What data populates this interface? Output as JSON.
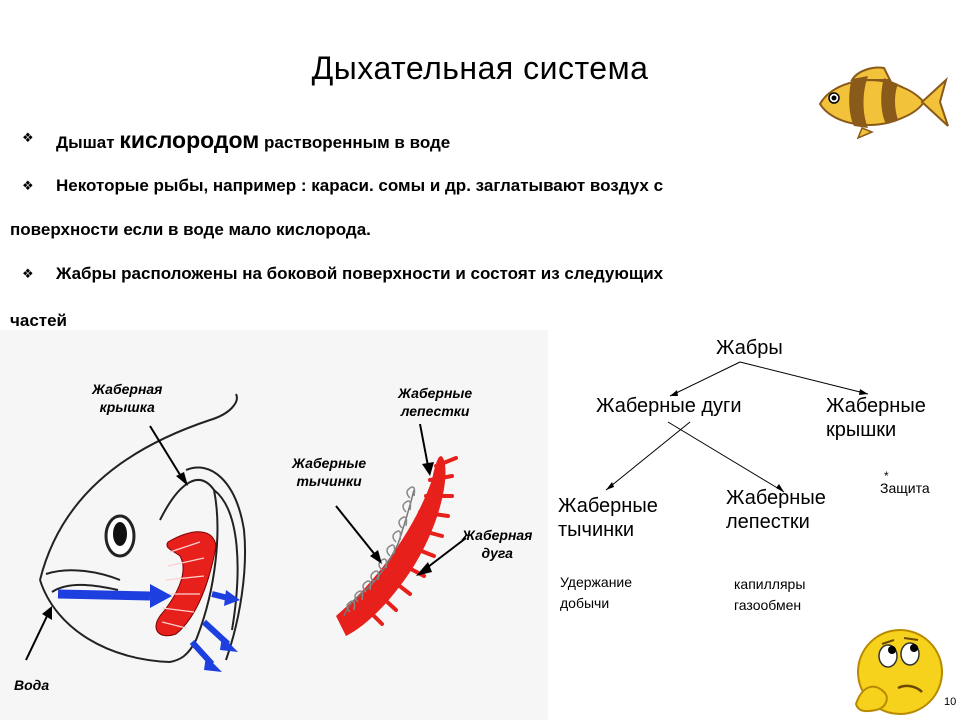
{
  "title": "Дыхательная система",
  "bullets": {
    "b1_pre": "Дышат ",
    "b1_big": "кислородом",
    "b1_post": " растворенным в воде",
    "b2_line1": "Некоторые рыбы, например : караси. сомы и др. заглатывают воздух с",
    "b2_line2": "поверхности если в воде  мало  кислорода.",
    "b3_line1": "Жабры расположены на боковой поверхности и состоят из следующих",
    "b3_line2": "частей"
  },
  "figure_labels": {
    "gill_cover": [
      "Жаберная",
      "крышка"
    ],
    "water": "Вода",
    "gill_rakers": [
      "Жаберные",
      "тычинки"
    ],
    "gill_filaments": [
      "Жаберные",
      "лепестки"
    ],
    "gill_arch": [
      "Жаберная",
      "дуга"
    ]
  },
  "tree": {
    "root": "Жабры",
    "arches": "Жаберные дуги",
    "covers": [
      "Жаберные",
      "крышки"
    ],
    "covers_note": "Защита",
    "rakers": [
      "Жаберные",
      "тычинки"
    ],
    "rakers_note": [
      "Удержание",
      "добычи"
    ],
    "filaments": [
      "Жаберные",
      "лепестки"
    ],
    "filaments_note": [
      "капилляры",
      "газообмен"
    ]
  },
  "page_number": "10",
  "colors": {
    "gill_red": "#e8201c",
    "arrow_blue": "#1d3fe0",
    "fish_yellow": "#f2c23a",
    "fish_brown": "#8a5a1a",
    "smiley_yellow": "#f7d21c"
  },
  "icons": [
    "fish-icon",
    "thinking-smiley-icon"
  ]
}
